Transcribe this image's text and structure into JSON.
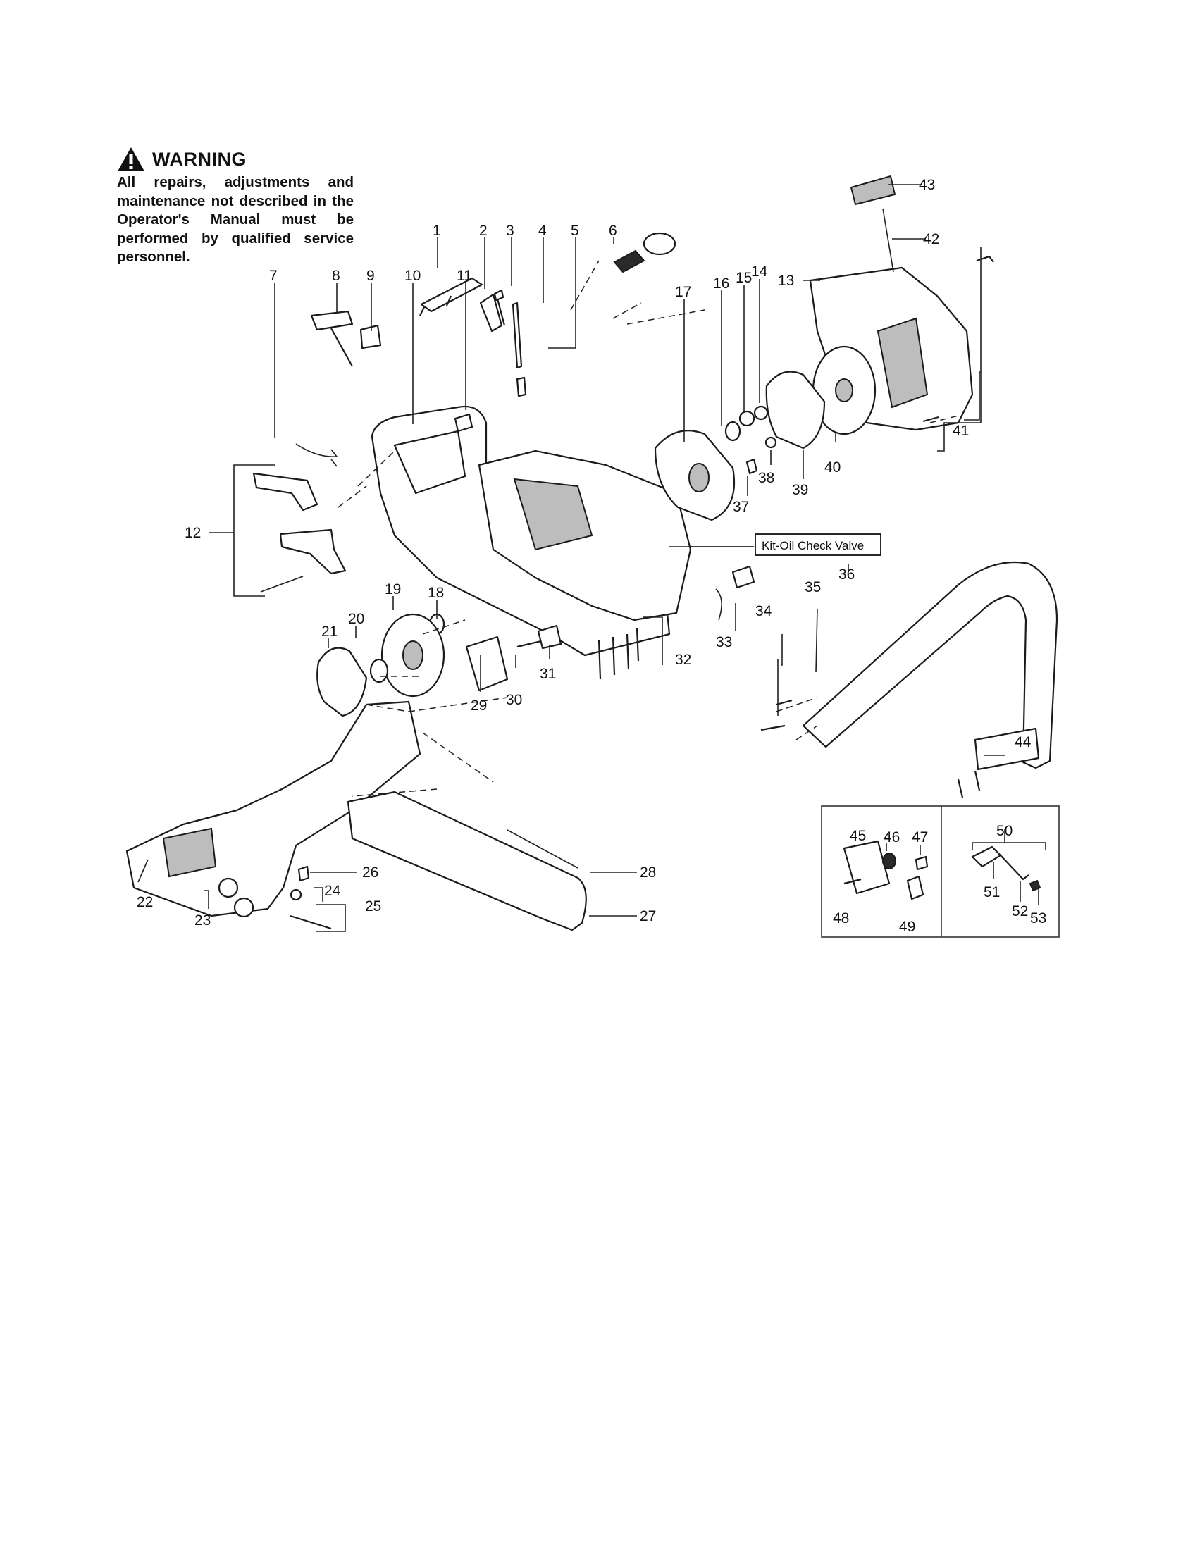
{
  "warning": {
    "title": "WARNING",
    "body": "All repairs, adjustments and maintenance not described in the Operator's Manual must be performed by qualified service personnel."
  },
  "kit_label": "Kit-Oil Check Valve",
  "callouts": {
    "c1": "1",
    "c2": "2",
    "c3": "3",
    "c4": "4",
    "c5": "5",
    "c6": "6",
    "c7": "7",
    "c8": "8",
    "c9": "9",
    "c10": "10",
    "c11": "11",
    "c12": "12",
    "c13": "13",
    "c14": "14",
    "c15": "15",
    "c16": "16",
    "c17": "17",
    "c18": "18",
    "c19": "19",
    "c20": "20",
    "c21": "21",
    "c22": "22",
    "c23": "23",
    "c24": "24",
    "c25": "25",
    "c26": "26",
    "c27": "27",
    "c28": "28",
    "c29": "29",
    "c30": "30",
    "c31": "31",
    "c32": "32",
    "c33": "33",
    "c34": "34",
    "c35": "35",
    "c36": "36",
    "c37": "37",
    "c38": "38",
    "c39": "39",
    "c40": "40",
    "c41": "41",
    "c42": "42",
    "c43": "43",
    "c44": "44",
    "c45": "45",
    "c46": "46",
    "c47": "47",
    "c48": "48",
    "c49": "49",
    "c50": "50",
    "c51": "51",
    "c52": "52",
    "c53": "53"
  }
}
